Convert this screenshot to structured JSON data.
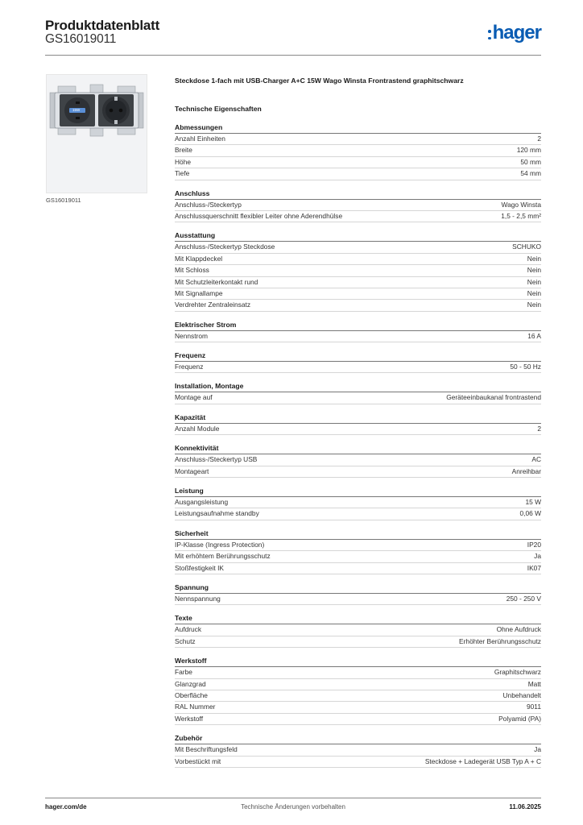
{
  "header": {
    "title": "Produktdatenblatt",
    "product_id": "GS16019011",
    "logo_text": "hager",
    "logo_color": "#0a5cb3"
  },
  "image": {
    "caption": "GS16019011",
    "usb_label": "15W"
  },
  "product_title": "Steckdose 1-fach mit USB-Charger A+C 15W Wago Winsta Frontrastend graphitschwarz",
  "tech_title": "Technische Eigenschaften",
  "groups": [
    {
      "title": "Abmessungen",
      "rows": [
        {
          "label": "Anzahl Einheiten",
          "value": "2"
        },
        {
          "label": "Breite",
          "value": "120 mm"
        },
        {
          "label": "Höhe",
          "value": "50 mm"
        },
        {
          "label": "Tiefe",
          "value": "54 mm"
        }
      ]
    },
    {
      "title": "Anschluss",
      "rows": [
        {
          "label": "Anschluss-/Steckertyp",
          "value": "Wago Winsta"
        },
        {
          "label": "Anschlussquerschnitt flexibler Leiter ohne Aderendhülse",
          "value": "1,5 - 2,5 mm²"
        }
      ]
    },
    {
      "title": "Ausstattung",
      "rows": [
        {
          "label": "Anschluss-/Steckertyp Steckdose",
          "value": "SCHUKO"
        },
        {
          "label": "Mit Klappdeckel",
          "value": "Nein"
        },
        {
          "label": "Mit Schloss",
          "value": "Nein"
        },
        {
          "label": "Mit Schutzleiterkontakt rund",
          "value": "Nein"
        },
        {
          "label": "Mit Signallampe",
          "value": "Nein"
        },
        {
          "label": "Verdrehter Zentraleinsatz",
          "value": "Nein"
        }
      ]
    },
    {
      "title": "Elektrischer Strom",
      "rows": [
        {
          "label": "Nennstrom",
          "value": "16 A"
        }
      ]
    },
    {
      "title": "Frequenz",
      "rows": [
        {
          "label": "Frequenz",
          "value": "50 - 50 Hz"
        }
      ]
    },
    {
      "title": "Installation, Montage",
      "rows": [
        {
          "label": "Montage auf",
          "value": "Geräteeinbaukanal frontrastend"
        }
      ]
    },
    {
      "title": "Kapazität",
      "rows": [
        {
          "label": "Anzahl Module",
          "value": "2"
        }
      ]
    },
    {
      "title": "Konnektivität",
      "rows": [
        {
          "label": "Anschluss-/Steckertyp USB",
          "value": "AC"
        },
        {
          "label": "Montageart",
          "value": "Anreihbar"
        }
      ]
    },
    {
      "title": "Leistung",
      "rows": [
        {
          "label": "Ausgangsleistung",
          "value": "15 W"
        },
        {
          "label": "Leistungsaufnahme standby",
          "value": "0,06 W"
        }
      ]
    },
    {
      "title": "Sicherheit",
      "rows": [
        {
          "label": "IP-Klasse (Ingress Protection)",
          "value": "IP20"
        },
        {
          "label": "Mit erhöhtem Berührungsschutz",
          "value": "Ja"
        },
        {
          "label": "Stoßfestigkeit IK",
          "value": "IK07"
        }
      ]
    },
    {
      "title": "Spannung",
      "rows": [
        {
          "label": "Nennspannung",
          "value": "250 - 250 V"
        }
      ]
    },
    {
      "title": "Texte",
      "rows": [
        {
          "label": "Aufdruck",
          "value": "Ohne Aufdruck"
        },
        {
          "label": "Schutz",
          "value": "Erhöhter Berührungsschutz"
        }
      ]
    },
    {
      "title": "Werkstoff",
      "rows": [
        {
          "label": "Farbe",
          "value": "Graphitschwarz"
        },
        {
          "label": "Glanzgrad",
          "value": "Matt"
        },
        {
          "label": "Oberfläche",
          "value": "Unbehandelt"
        },
        {
          "label": "RAL Nummer",
          "value": "9011"
        },
        {
          "label": "Werkstoff",
          "value": "Polyamid (PA)"
        }
      ]
    },
    {
      "title": "Zubehör",
      "rows": [
        {
          "label": "Mit Beschriftungsfeld",
          "value": "Ja"
        },
        {
          "label": "Vorbestückt mit",
          "value": "Steckdose + Ladegerät USB Typ A + C"
        }
      ]
    }
  ],
  "footer": {
    "website": "hager.com/de",
    "notice": "Technische Änderungen vorbehalten",
    "date": "11.06.2025"
  }
}
